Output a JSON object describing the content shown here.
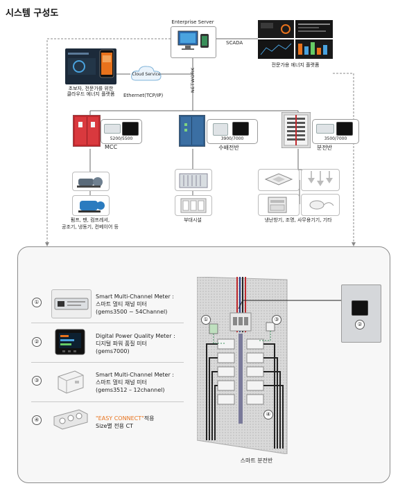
{
  "page_title": "시스템 구성도",
  "server": {
    "label": "Enterprise Server"
  },
  "scada": {
    "label": "SCADA",
    "caption": "전문가용  에너지 플랫폼"
  },
  "network": {
    "label": "NETWORK"
  },
  "cloud": {
    "label": "Cloud Service",
    "caption_line1": "초보자, 전문가를 위한",
    "caption_line2": "클라우드 에너지 플랫폼"
  },
  "ethernet": {
    "label": "Ethernet(TCP/IP)"
  },
  "panels": [
    {
      "model": "5200/5500",
      "name": "MCC",
      "loads_line1": "펌프, 팬, 컴프레셔,",
      "loads_line2": "공조기, 냉동기, 컨베이어 등"
    },
    {
      "model": "3900/7000",
      "name": "수배전반",
      "loads_line1": "부대시설",
      "loads_line2": ""
    },
    {
      "model": "3500/7000",
      "name": "분전반",
      "loads_line1": "냉난방기, 조명, 사무용기기, 기타",
      "loads_line2": ""
    }
  ],
  "legend": [
    {
      "num": "①",
      "line1": "Smart Multi-Channel Meter :",
      "line2": "스마트 멀티 채널 미터",
      "line3": "(gems3500 ~ 54Channel)"
    },
    {
      "num": "②",
      "line1": "Digital Power Quality Meter :",
      "line2": "디지털 파워 품질 미터",
      "line3": "(gems7000)"
    },
    {
      "num": "③",
      "line1": "Smart Multi-Channel Meter :",
      "line2": "스마트 멀티 채널 미터",
      "line3": "(gems3512  –  12channel)"
    },
    {
      "num": "④",
      "highlight": "\"EASY CONNECT\"",
      "line1_suffix": "적용",
      "line2": "Size별 전용 CT"
    }
  ],
  "board": {
    "caption": "스마트 분전반",
    "marker1": "①",
    "marker2": "②",
    "marker3": "③",
    "marker4": "④"
  },
  "colors": {
    "accent_orange": "#e8721c",
    "line_gray": "#8a8a8a",
    "panel_red": "#c0282d",
    "panel_blue": "#2f5d8c"
  }
}
